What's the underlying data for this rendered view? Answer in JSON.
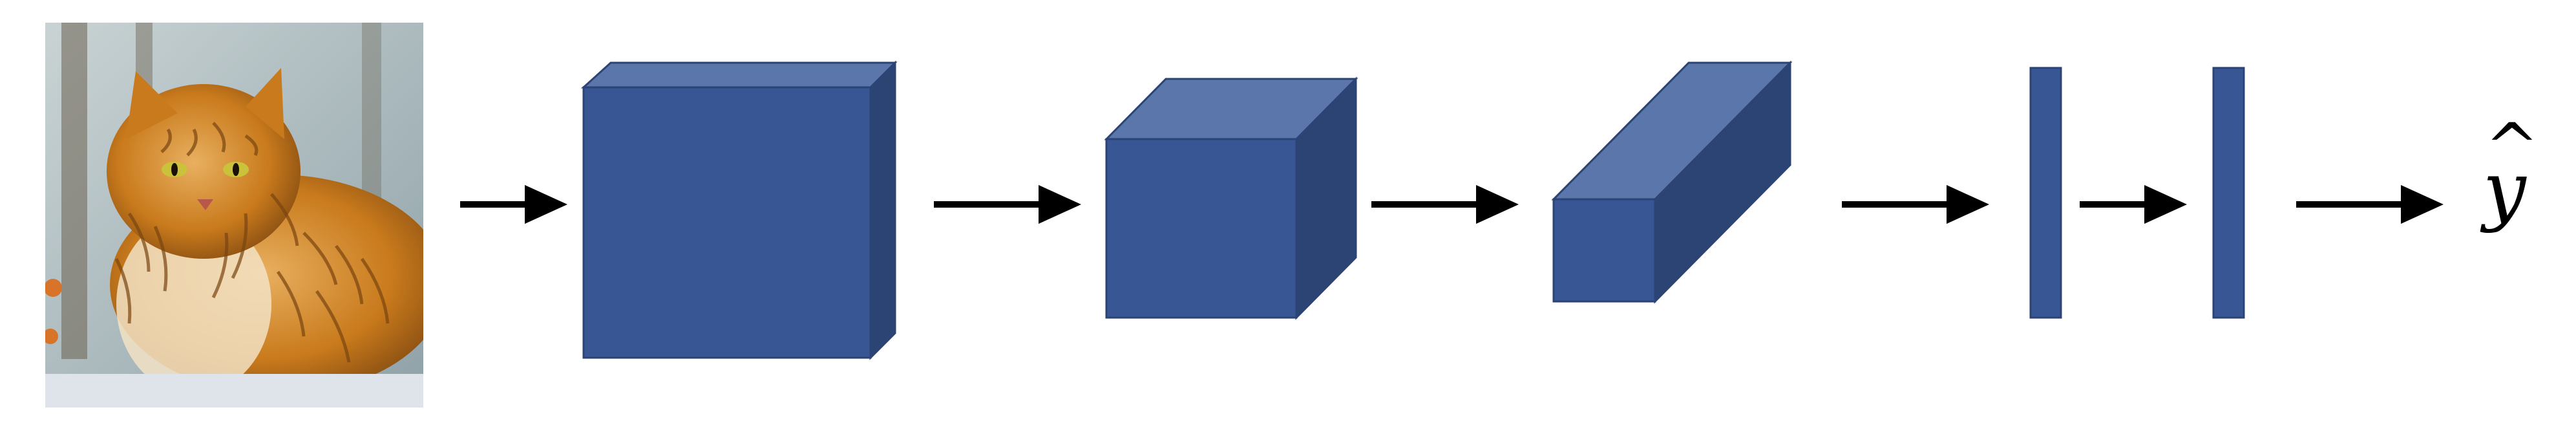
{
  "diagram": {
    "input_image": {
      "subject": "cat",
      "palette": {
        "background_cool": "#8fa2a8",
        "background_light": "#c9d3d4",
        "fur_orange": "#c97a1c",
        "fur_light": "#e8b060",
        "fur_dark": "#7a4510",
        "fur_white": "#f2e2c4",
        "snow": "#dfe4ea",
        "eye": "#c9c23a"
      }
    },
    "blocks": [
      {
        "id": "conv1",
        "shape": "box-wide"
      },
      {
        "id": "conv2",
        "shape": "cube"
      },
      {
        "id": "conv3",
        "shape": "box-deep"
      },
      {
        "id": "fc1",
        "shape": "bar"
      },
      {
        "id": "fc2",
        "shape": "bar"
      }
    ],
    "colors": {
      "front": "#385694",
      "top": "#5b76aa",
      "side": "#2c4473",
      "edge": "#2c4473",
      "arrow": "#000000"
    },
    "output": {
      "symbol": "y",
      "hat": "^"
    }
  }
}
